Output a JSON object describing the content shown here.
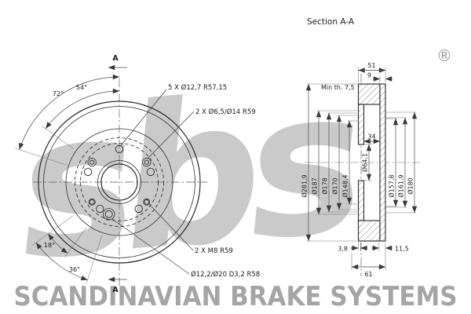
{
  "colors": {
    "line": "#2f2f2f",
    "dimension": "#4a4a4a",
    "watermark": "#cacaca",
    "footer_watermark": "#a5a5a5",
    "background": "#ffffff"
  },
  "header": {
    "section_title": "Section A-A",
    "registered_mark": "®"
  },
  "watermark": {
    "logo": "sbs",
    "footer": "SCANDINAVIAN BRAKE SYSTEMS"
  },
  "front_view": {
    "section_letter_top": "A",
    "section_letter_bottom": "A",
    "annotations": {
      "bolt_holes": "5 X Ø12,7  R57,15",
      "countersunk_holes": "2 X Ø6,5/Ø14  R59",
      "threaded_holes": "2 X M8  R59",
      "pin_hole": "Ø12,2/Ø20 D3,2  R58"
    },
    "angles": {
      "a72": "72°",
      "a54": "54°",
      "a18": "18°",
      "a36": "36°"
    }
  },
  "section_view": {
    "top_dims": {
      "overall_width": "51",
      "disc_thickness": "9",
      "min_thickness": "Min th. 7,5",
      "hat_depth": "34"
    },
    "left_dims": [
      "Ø281,9",
      "Ø187",
      "Ø178",
      "Ø170",
      "Ø148,4"
    ],
    "center_bore": "Ø64,1",
    "right_dims": [
      "Ø157,8",
      "Ø161,9",
      "Ø180"
    ],
    "bottom_dims": {
      "d1": "3,8",
      "d2": "11,5",
      "overall": "61"
    }
  }
}
